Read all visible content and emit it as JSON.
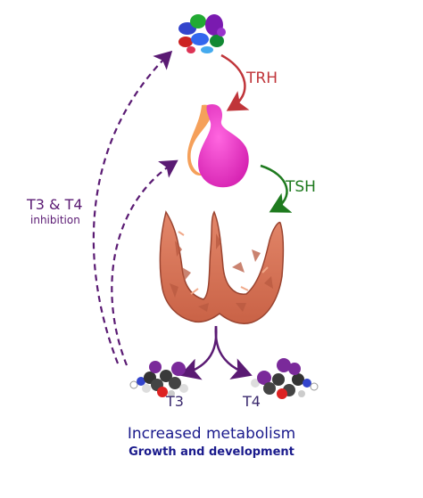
{
  "labels": {
    "trh": "TRH",
    "tsh": "TSH",
    "t3_t4": "T3 & T4",
    "inhibition": "inhibition",
    "t3": "T3",
    "t4": "T4",
    "increased_metabolism": "Increased metabolism",
    "growth_development": "Growth and development"
  },
  "colors": {
    "trh": "#c0353a",
    "tsh": "#1e7a1e",
    "feedback": "#5a1a73",
    "hormone_labels": "#3b2a6e",
    "bottom_text": "#1a1a8c",
    "thyroid": "#d97a5a",
    "pituitary": "#ee44cc",
    "pituitary_stalk": "#f5a05a"
  }
}
